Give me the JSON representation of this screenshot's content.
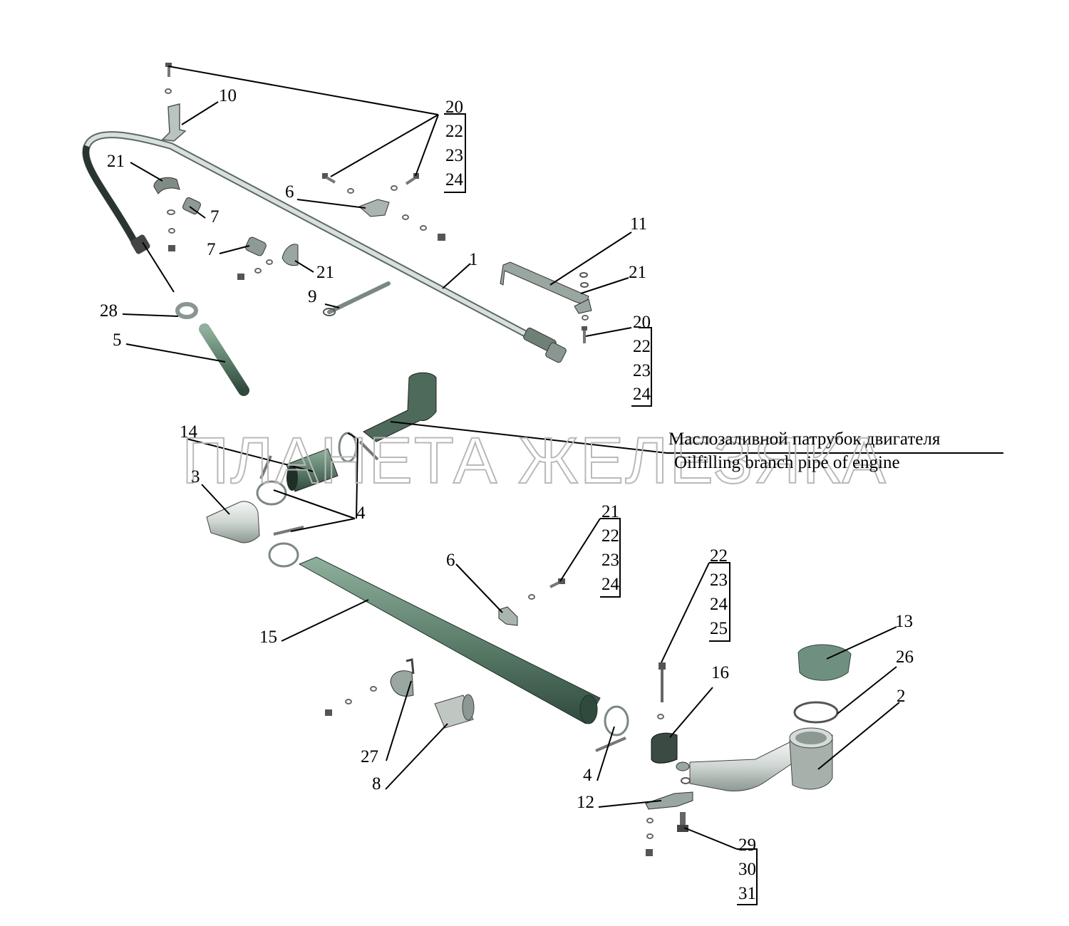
{
  "labels": {
    "l1": "1",
    "l2": "2",
    "l3": "3",
    "l4a": "4",
    "l4b": "4",
    "l5": "5",
    "l6a": "6",
    "l6b": "6",
    "l7a": "7",
    "l7b": "7",
    "l8": "8",
    "l9": "9",
    "l10": "10",
    "l11": "11",
    "l12": "12",
    "l13": "13",
    "l14": "14",
    "l15": "15",
    "l16": "16",
    "l21a": "21",
    "l21b": "21",
    "l21c": "21",
    "l26": "26",
    "l27": "27",
    "l28": "28"
  },
  "stacks": {
    "s1": [
      "20",
      "22",
      "23",
      "24"
    ],
    "s2": [
      "20",
      "22",
      "23",
      "24"
    ],
    "s3": [
      "21",
      "22",
      "23",
      "24"
    ],
    "s4": [
      "22",
      "23",
      "24",
      "25"
    ],
    "s5": [
      "29",
      "30",
      "31"
    ]
  },
  "note": {
    "ru": "Маслозаливной патрубок двигателя",
    "en": "Oilfilling branch pipe of engine"
  },
  "watermark": "ПЛАНЕТА ЖЕЛЕЗЯКА",
  "colors": {
    "hose": "#5e7f6c",
    "hose_dark": "#2f4a3d",
    "pipe_light": "#d6dcd9",
    "metal": "#9aa6a0",
    "watermark": "#b9b9b9"
  }
}
